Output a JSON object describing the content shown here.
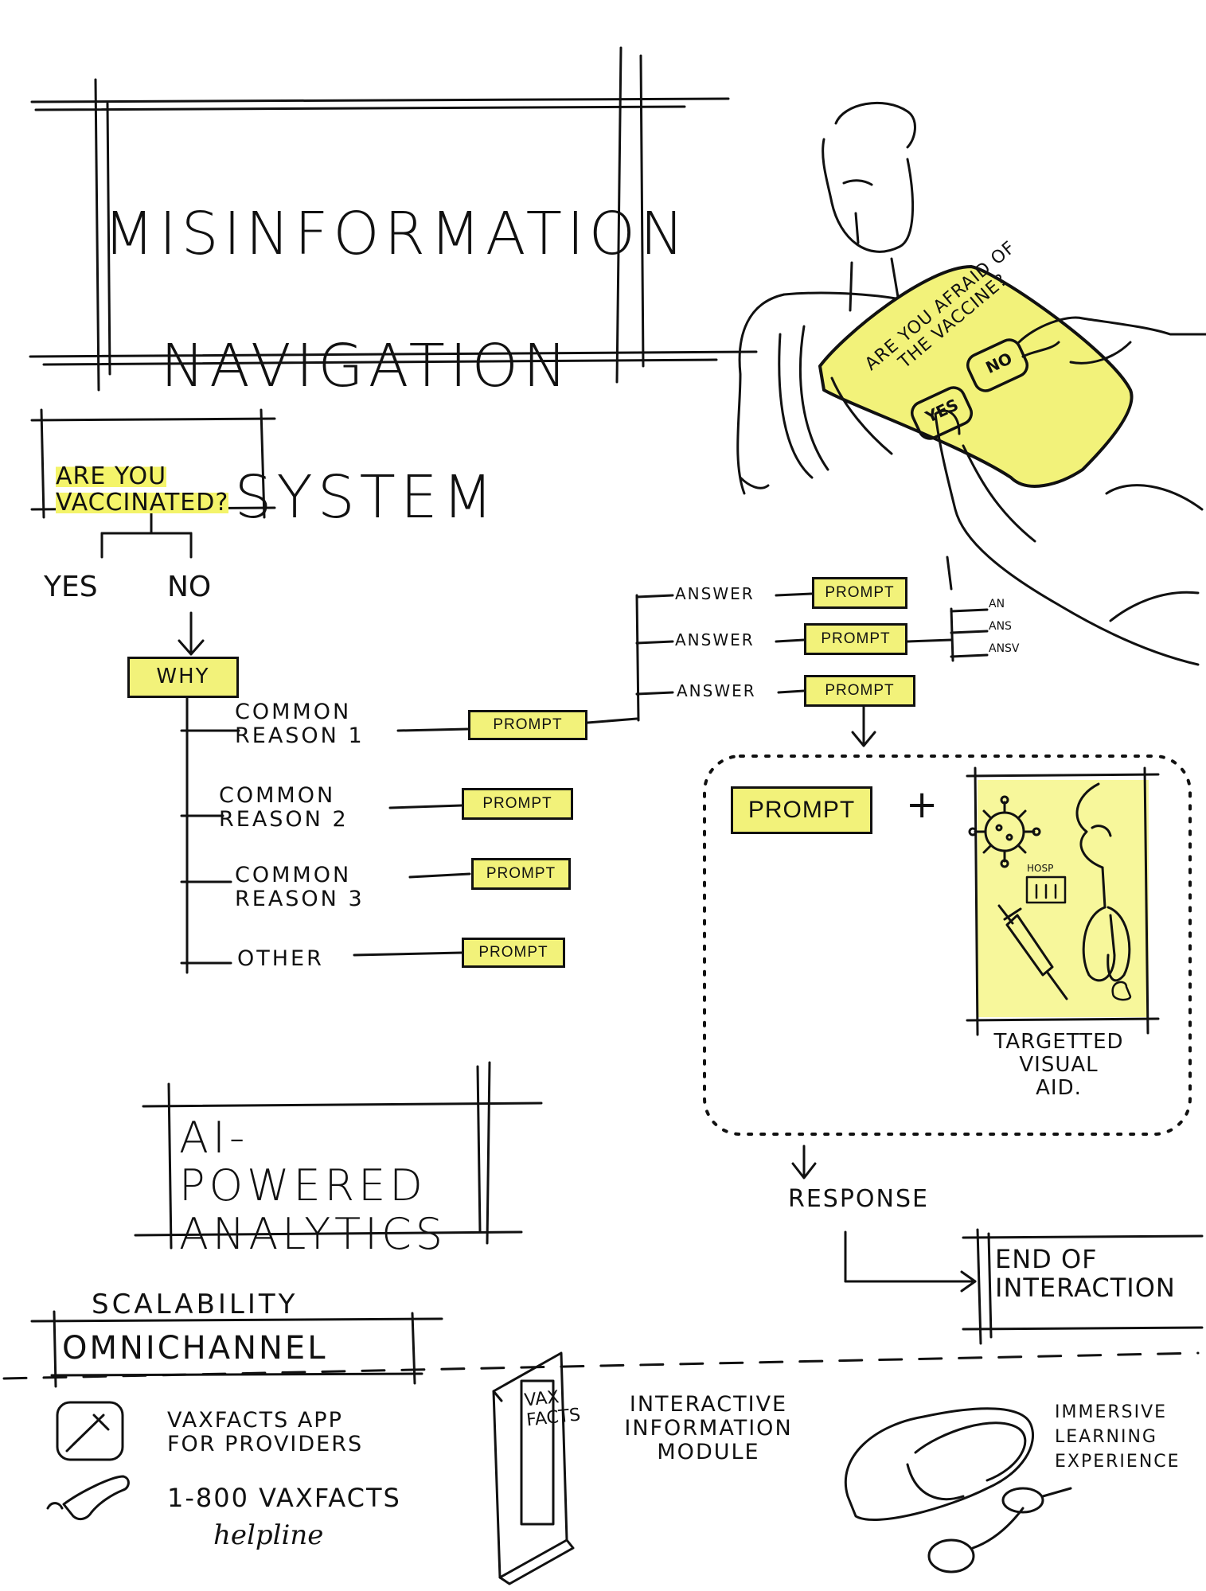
{
  "title": [
    "MISINFORMATION",
    "NAVIGATION",
    "SYSTEM"
  ],
  "tablet": {
    "question": "ARE YOU AFRAID OF THE VACCINE?",
    "yes": "YES",
    "no": "NO"
  },
  "flow": {
    "start_question": "ARE YOU VACCINATED?",
    "yes": "YES",
    "no": "NO",
    "why": "WHY",
    "reasons": [
      "COMMON\nREASON 1",
      "COMMON\nREASON 2",
      "COMMON\nREASON 3",
      "OTHER"
    ],
    "prompt": "PROMPT",
    "answers": [
      "ANSWER",
      "ANSWER",
      "ANSWER"
    ],
    "sub_answers": [
      "AN",
      "ANS",
      "ANSV"
    ],
    "plus": "+",
    "visual_aid_label": "TARGETTED\nVISUAL\nAID.",
    "hosp": "HOSP",
    "response": "RESPONSE",
    "end": "END OF\nINTERACTION"
  },
  "analytics": "AI- POWERED\nANALYTICS",
  "scalability": "SCALABILITY",
  "omnichannel": "OMNICHANNEL",
  "channels": {
    "app": "VAXFACTS APP\nFOR PROVIDERS",
    "helpline_number": "1-800 VAXFACTS",
    "helpline_word": "helpline",
    "book": "VAX\nFACTS",
    "module": "INTERACTIVE\nINFORMATION\nMODULE",
    "immersive": "IMMERSIVE\nLEARNING\nEXPERIENCE"
  },
  "colors": {
    "ink": "#111111",
    "highlight": "#f4f46a",
    "paper": "#ffffff"
  },
  "icons": [
    "syringe-icon",
    "phone-icon",
    "virus-icon",
    "lungs-icon",
    "hospital-icon",
    "vr-headset-icon",
    "user-illustration",
    "tablet-icon"
  ]
}
